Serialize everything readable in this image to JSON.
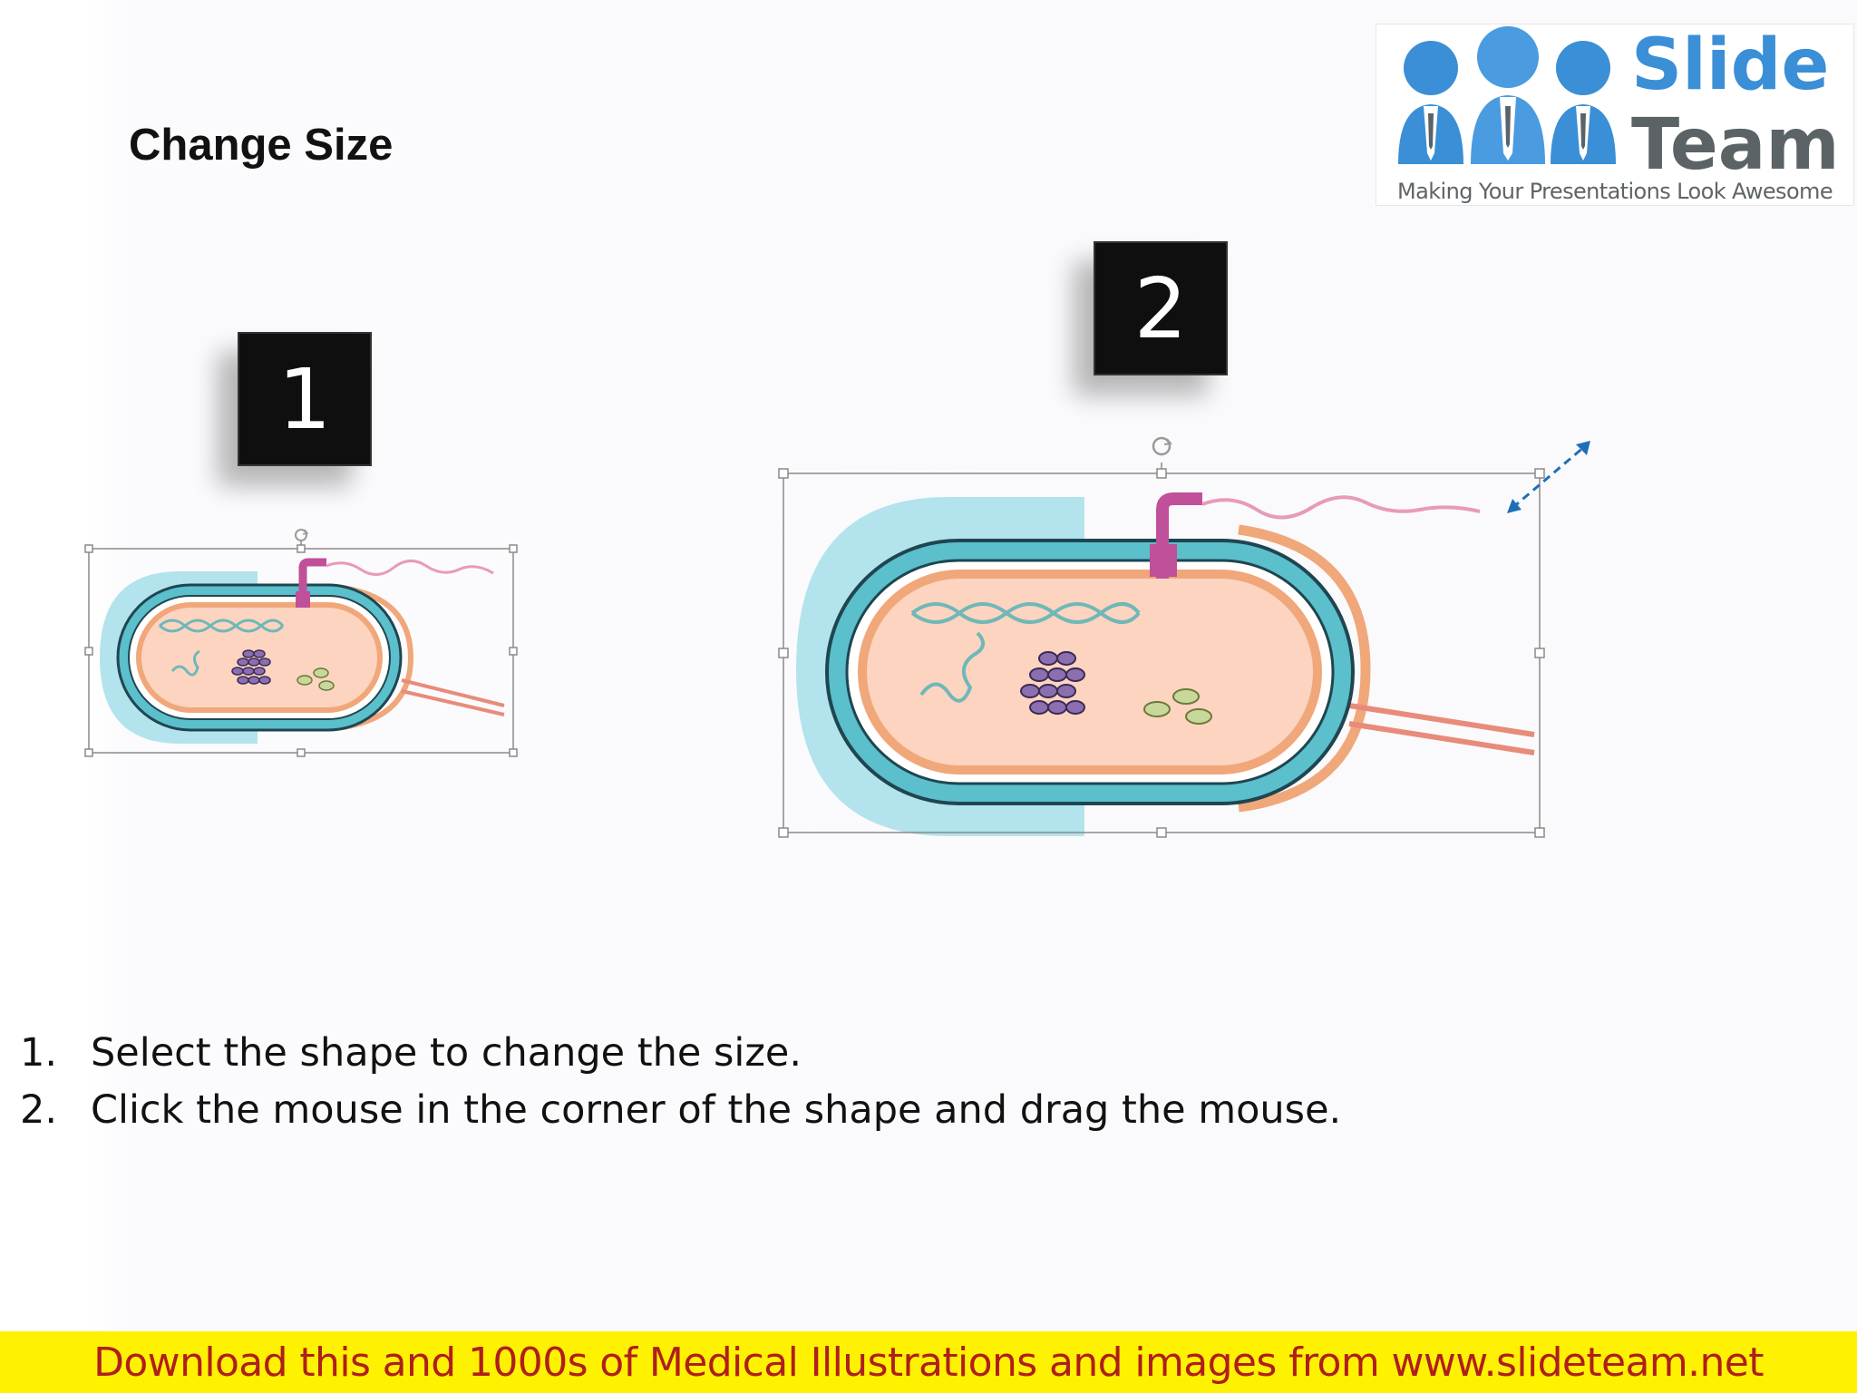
{
  "title": "Change Size",
  "logo": {
    "word1": "Slide",
    "word2": "Team",
    "tagline": "Making Your Presentations Look Awesome"
  },
  "steps": {
    "one": "1",
    "two": "2"
  },
  "instructions": [
    {
      "number": "1.",
      "text": "Select the shape to change the size."
    },
    {
      "number": "2.",
      "text": "Click the mouse in the corner of the shape and drag the mouse."
    }
  ],
  "banner": "Download this and 1000s of Medical Illustrations and images from www.slideteam.net",
  "colors": {
    "capsule": "#b3e3ec",
    "cell_wall": "#5bbfcc",
    "cytoplasm": "#fcd4c0",
    "membrane": "#f0a77a",
    "pilus": "#c0509a",
    "flagellum": "#e89aba",
    "banner_bg": "#fff200",
    "banner_text": "#b01e1e",
    "arrow": "#1f6fb8"
  },
  "icons": [
    "rotate-handle-icon",
    "resize-arrow-icon",
    "people-logo-icon"
  ]
}
